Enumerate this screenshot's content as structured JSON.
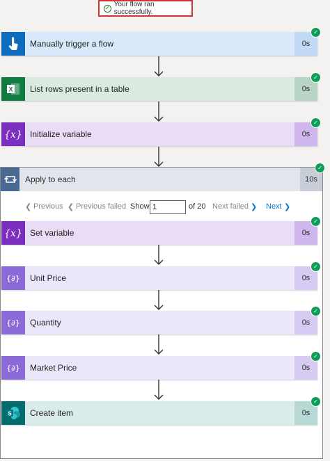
{
  "banner": {
    "text": "Your flow ran successfully."
  },
  "steps": [
    {
      "label": "Manually trigger a flow",
      "duration": "0s",
      "icon": "touch-icon",
      "icon_bg": "#0f6cbd",
      "bg": "#d9e8fb",
      "dur_bg": "#c2d9f5"
    },
    {
      "label": "List rows present in a table",
      "duration": "0s",
      "icon": "excel-icon",
      "icon_bg": "#107c41",
      "bg": "#dbeae1",
      "dur_bg": "#b8d4c4"
    },
    {
      "label": "Initialize variable",
      "duration": "0s",
      "icon": "variable-icon",
      "icon_bg": "#7b2fbf",
      "bg": "#e9dcf6",
      "dur_bg": "#cfb6ec"
    }
  ],
  "apply": {
    "label": "Apply to each",
    "duration": "10s",
    "icon": "loop-icon",
    "pager": {
      "previous": "Previous",
      "previous_failed": "Previous failed",
      "show": "Show",
      "current": "1",
      "of_total": "of 20",
      "next_failed": "Next failed",
      "next": "Next"
    }
  },
  "inner_steps": [
    {
      "label": "Set variable",
      "duration": "0s",
      "icon": "variable-icon",
      "icon_bg": "#7b2fbf",
      "bg": "#e9dcf6",
      "dur_bg": "#cfb6ec"
    },
    {
      "label": "Unit Price",
      "duration": "0s",
      "icon": "compose-icon",
      "icon_bg": "#8c6bd9",
      "bg": "#ece6fa",
      "dur_bg": "#d6cbf3"
    },
    {
      "label": "Quantity",
      "duration": "0s",
      "icon": "compose-icon",
      "icon_bg": "#8c6bd9",
      "bg": "#ece6fa",
      "dur_bg": "#d6cbf3"
    },
    {
      "label": "Market Price",
      "duration": "0s",
      "icon": "compose-icon",
      "icon_bg": "#8c6bd9",
      "bg": "#ece6fa",
      "dur_bg": "#d6cbf3"
    },
    {
      "label": "Create item",
      "duration": "0s",
      "icon": "sharepoint-icon",
      "icon_bg": "#036c70",
      "bg": "#daece9",
      "dur_bg": "#b7d8d4"
    }
  ],
  "status_color": "#0f9d58"
}
